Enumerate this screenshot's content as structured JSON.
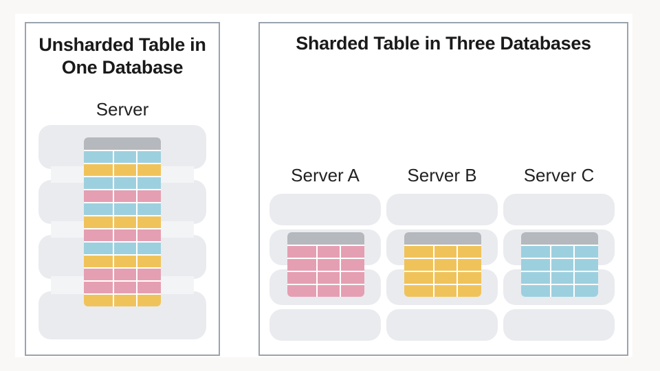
{
  "left_panel": {
    "title_line1": "Unsharded Table in",
    "title_line2": "One Database",
    "server_label": "Server",
    "table_rows": [
      "blue",
      "yellow",
      "blue",
      "pink",
      "blue",
      "yellow",
      "pink",
      "blue",
      "yellow",
      "pink",
      "pink",
      "yellow"
    ]
  },
  "right_panel": {
    "title": "Sharded Table in Three Databases",
    "servers": [
      {
        "label": "Server A",
        "color": "pink"
      },
      {
        "label": "Server B",
        "color": "yellow"
      },
      {
        "label": "Server C",
        "color": "blue"
      }
    ],
    "rows_per_shard": 4
  },
  "colors": {
    "blue": "#9dd0df",
    "yellow": "#f0c35a",
    "pink": "#e59fb2",
    "header_gray": "#b5b8bc",
    "cylinder": "#e9ebef",
    "border": "#9aa3ad"
  }
}
